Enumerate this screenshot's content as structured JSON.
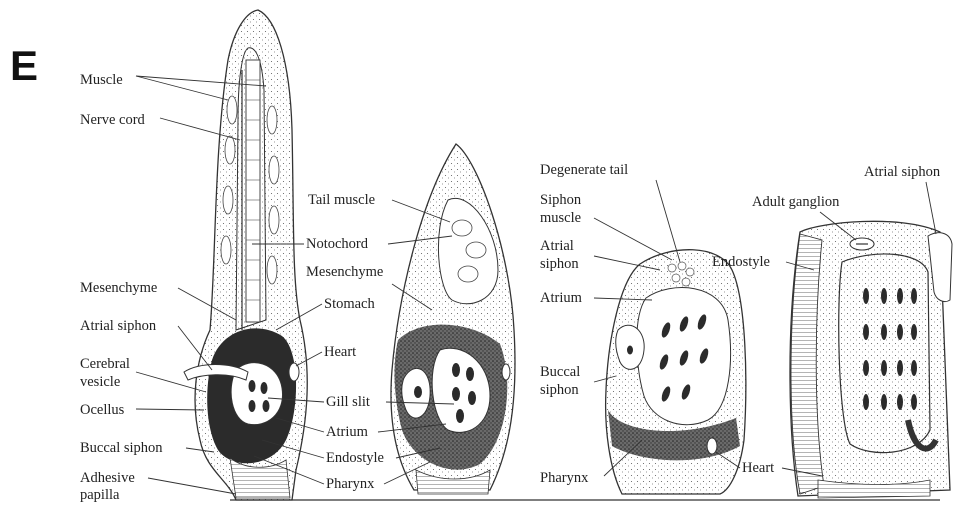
{
  "panel_letter": "E",
  "stage1": {
    "labels": {
      "muscle": "Muscle",
      "nerve_cord": "Nerve cord",
      "mesenchyme": "Mesenchyme",
      "atrial_siphon": "Atrial siphon",
      "cerebral_vesicle_1": "Cerebral",
      "cerebral_vesicle_2": "vesicle",
      "ocellus": "Ocellus",
      "buccal_siphon": "Buccal siphon",
      "adhesive_papilla_1": "Adhesive",
      "adhesive_papilla_2": "papilla"
    }
  },
  "middle": {
    "labels": {
      "tail_muscle": "Tail muscle",
      "notochord": "Notochord",
      "mesenchyme": "Mesenchyme",
      "stomach": "Stomach",
      "heart": "Heart",
      "gill_slit": "Gill slit",
      "atrium": "Atrium",
      "endostyle": "Endostyle",
      "pharynx": "Pharynx"
    }
  },
  "stage3": {
    "labels": {
      "degenerate_tail": "Degenerate tail",
      "siphon_muscle_1": "Siphon",
      "siphon_muscle_2": "muscle",
      "atrial_siphon_1": "Atrial",
      "atrial_siphon_2": "siphon",
      "atrium": "Atrium",
      "buccal_siphon_1": "Buccal",
      "buccal_siphon_2": "siphon",
      "pharynx": "Pharynx",
      "heart": "Heart"
    }
  },
  "stage4": {
    "labels": {
      "atrial_siphon": "Atrial siphon",
      "adult_ganglion": "Adult ganglion",
      "endostyle": "Endostyle"
    }
  }
}
